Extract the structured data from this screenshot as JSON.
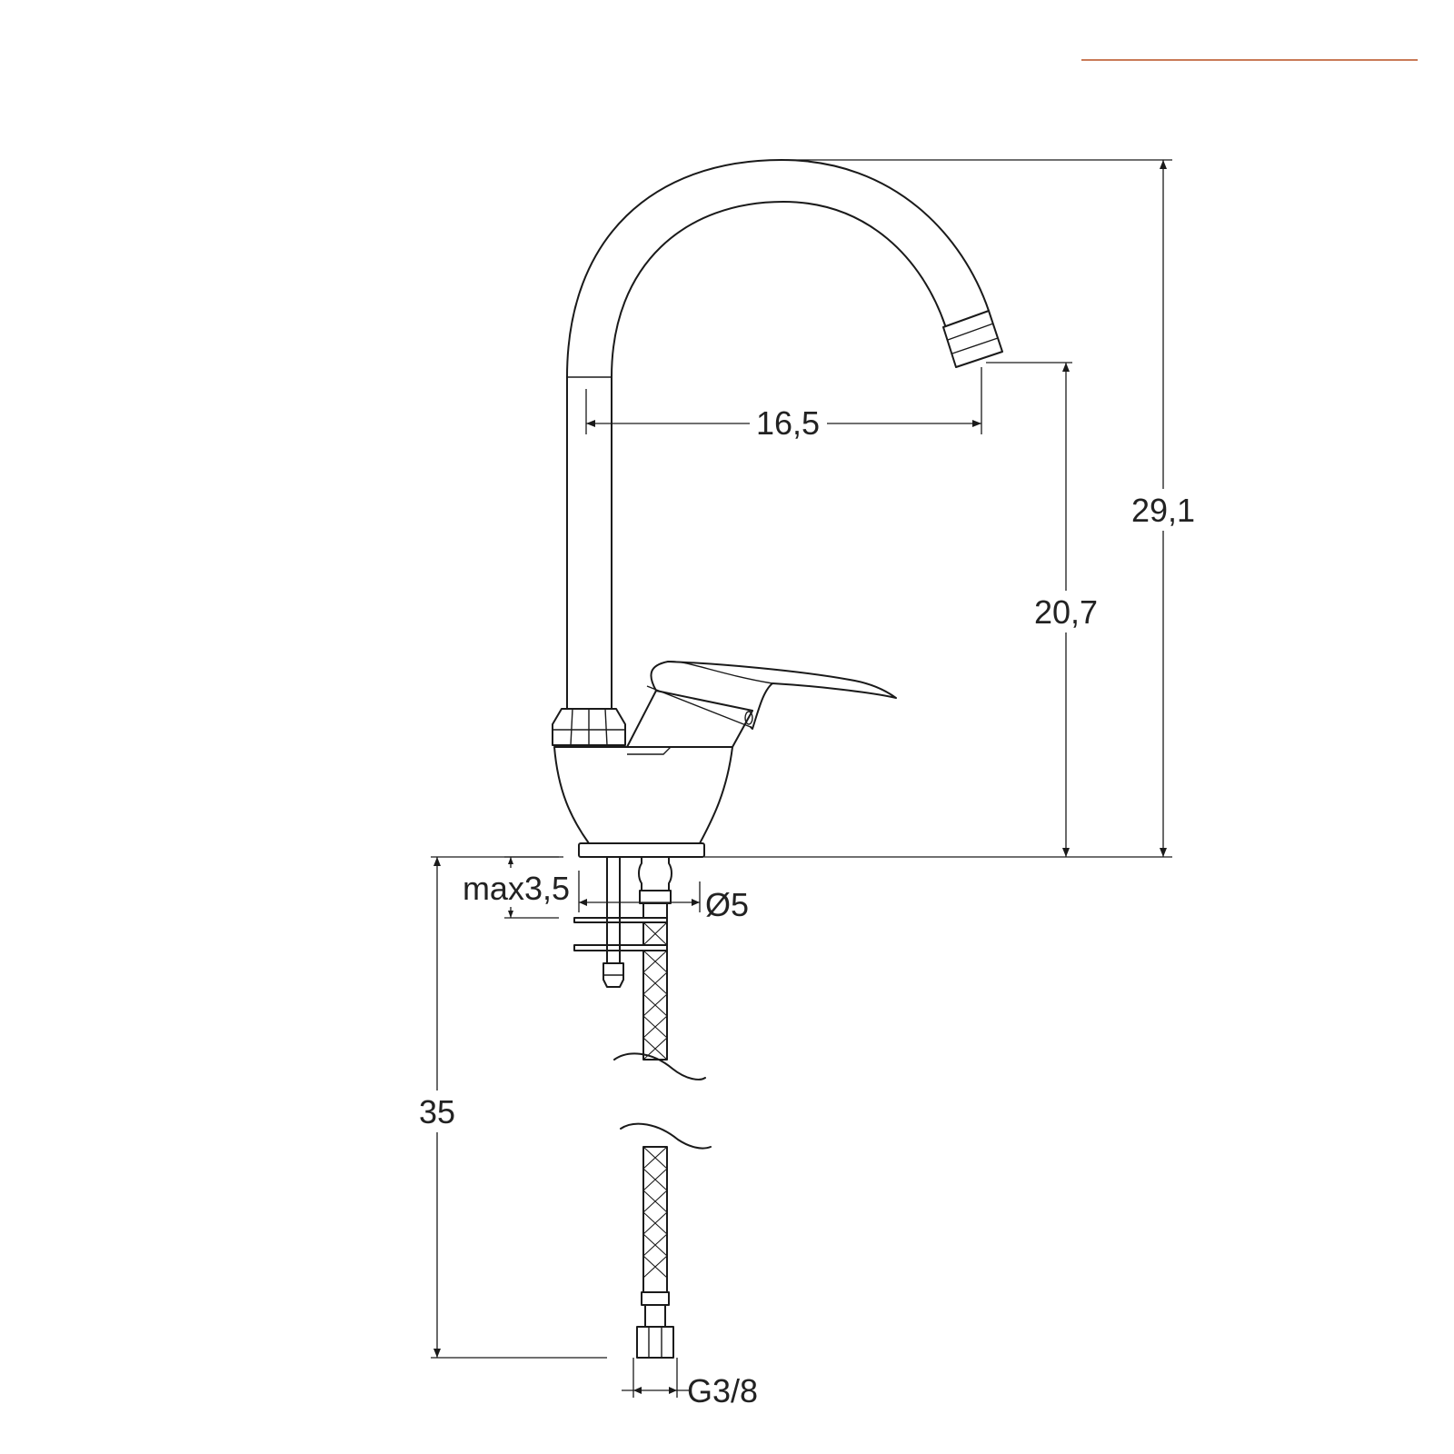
{
  "accent_color": "#c97b58",
  "dimensions": {
    "spout_reach": "16,5",
    "total_height": "29,1",
    "spout_height": "20,7",
    "max_thickness": "max3,5",
    "hole_diameter": "Ø5",
    "hose_length": "35",
    "thread": "G3/8"
  }
}
